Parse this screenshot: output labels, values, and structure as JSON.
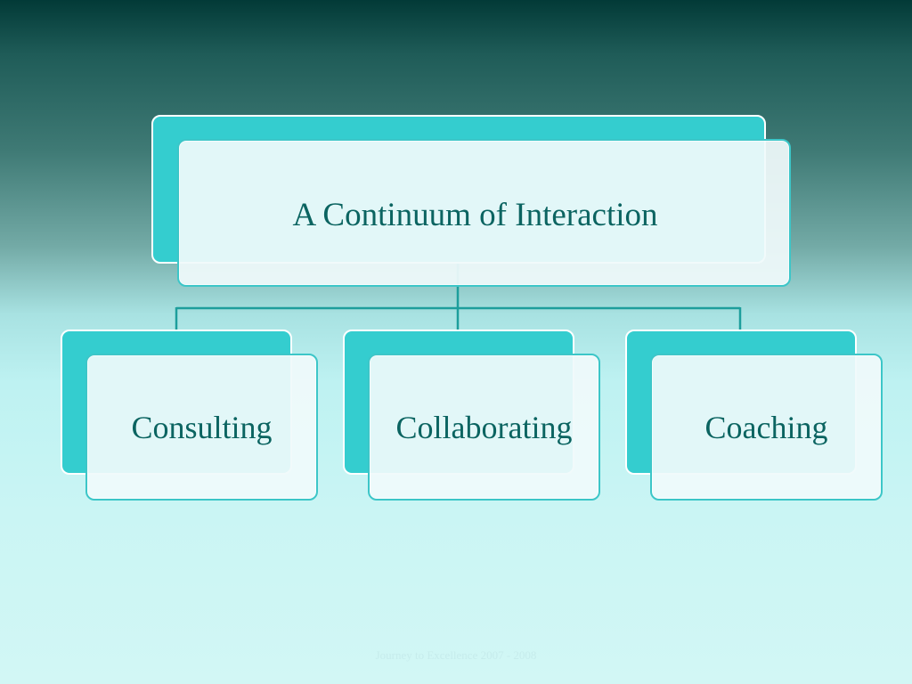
{
  "diagram": {
    "root": {
      "label": "A Continuum of Interaction"
    },
    "children": [
      {
        "label": "Consulting"
      },
      {
        "label": "Collaborating"
      },
      {
        "label": "Coaching"
      }
    ]
  },
  "footer": {
    "text": "Journey to Excellence 2007 - 2008"
  },
  "colors": {
    "accent": "#34cdcf",
    "border": "#3cc6c8",
    "text": "#0b6461",
    "connector": "#1d9e9c"
  }
}
